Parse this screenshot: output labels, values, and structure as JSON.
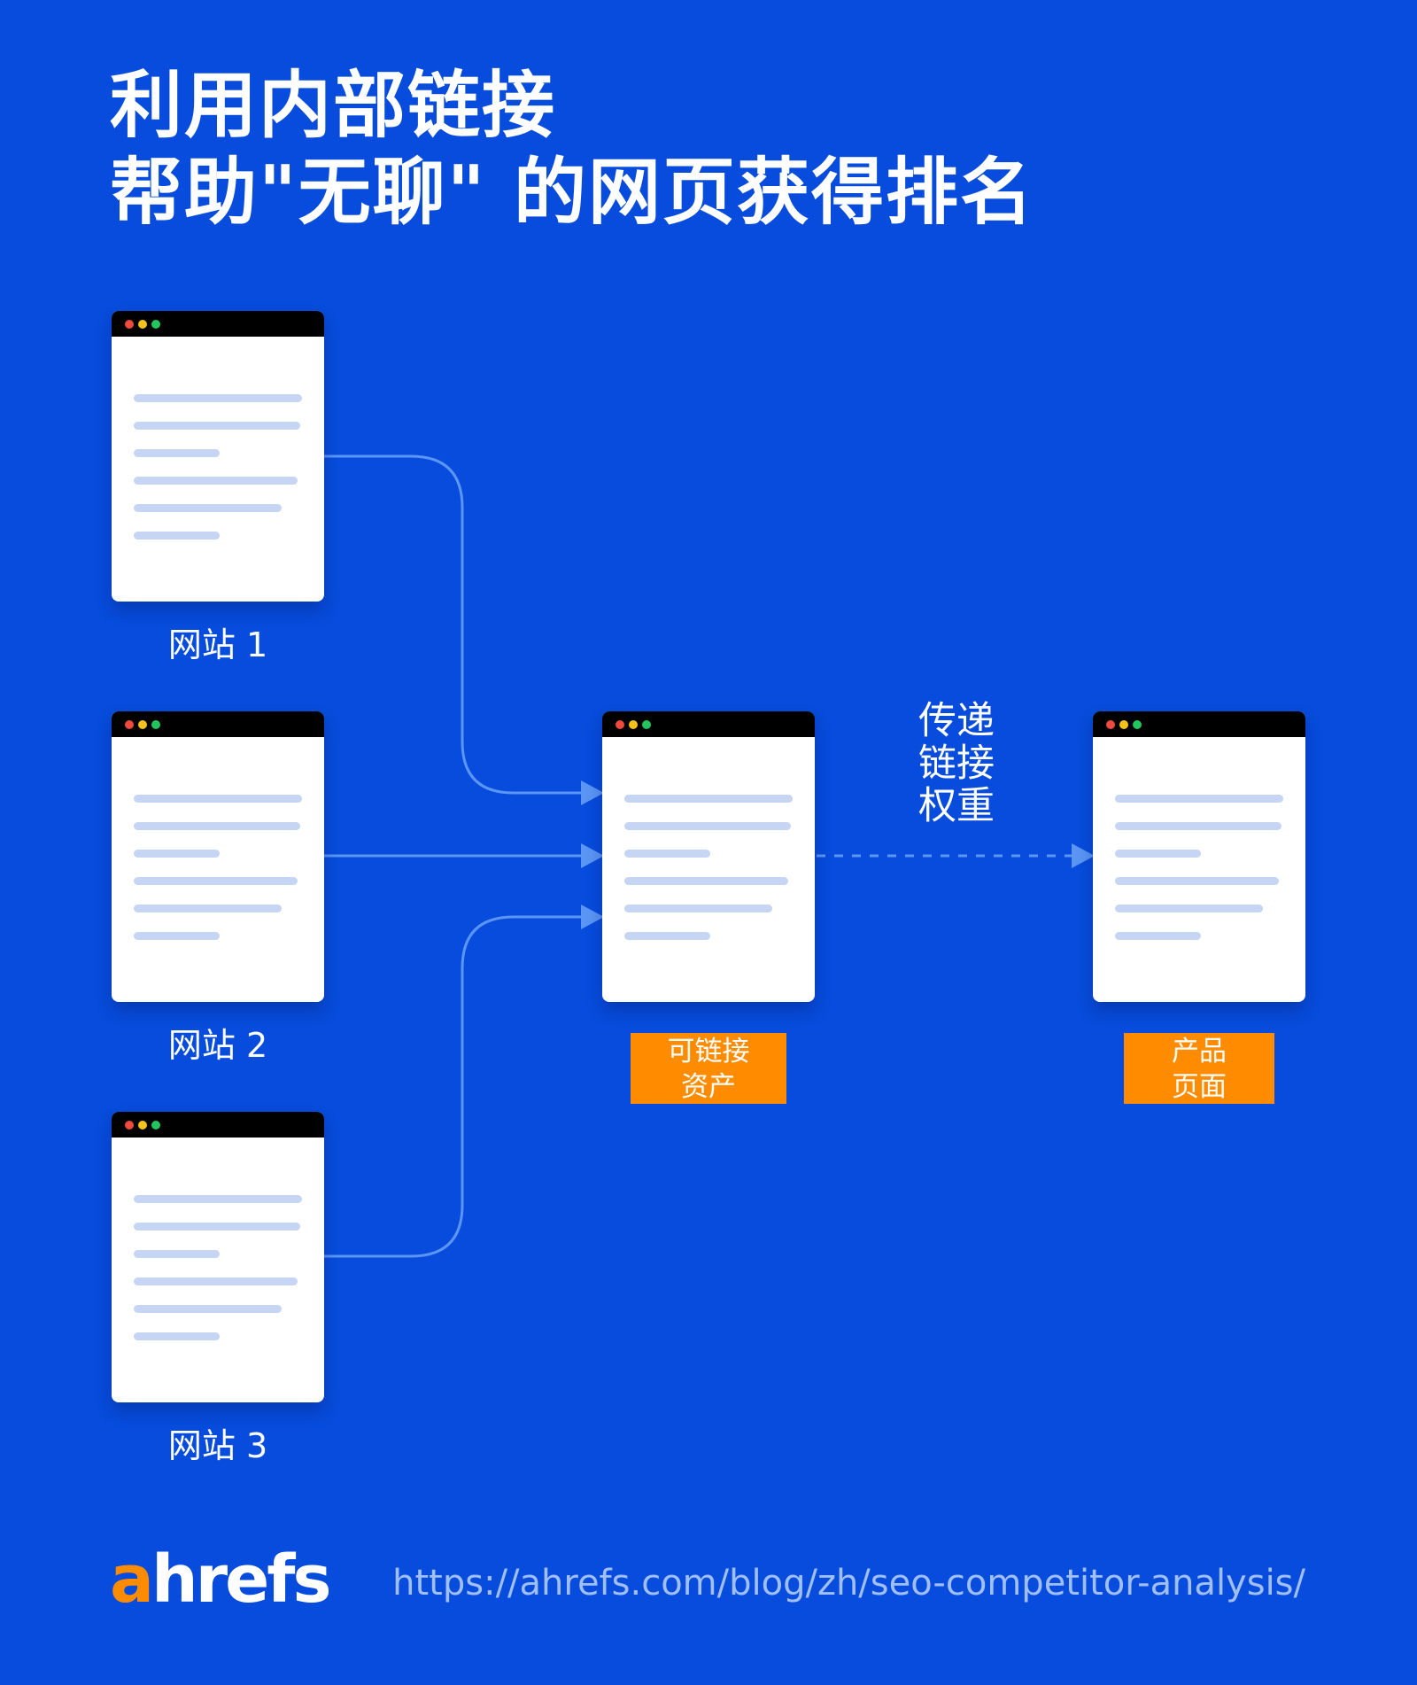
{
  "title": {
    "line1": "利用内部链接",
    "line2": "帮助\"无聊\" 的网页获得排名"
  },
  "sites": [
    {
      "label": "网站 1"
    },
    {
      "label": "网站 2"
    },
    {
      "label": "网站 3"
    }
  ],
  "linkable_asset": {
    "line1": "可链接",
    "line2": "资产"
  },
  "product_page": {
    "line1": "产品",
    "line2": "页面"
  },
  "transfer": {
    "line1": "传递",
    "line2": "链接",
    "line3": "权重"
  },
  "footer": {
    "logo_a": "a",
    "logo_rest": "hrefs",
    "url": "https://ahrefs.com/blog/zh/seo-competitor-analysis/"
  },
  "colors": {
    "background": "#074cdc",
    "arrow": "#5b96f5",
    "tag": "#ff8c00",
    "window_bar": "#000000",
    "content_line": "#c6d5f3"
  },
  "icons": [
    "browser-window-icon",
    "arrow-head-icon"
  ]
}
